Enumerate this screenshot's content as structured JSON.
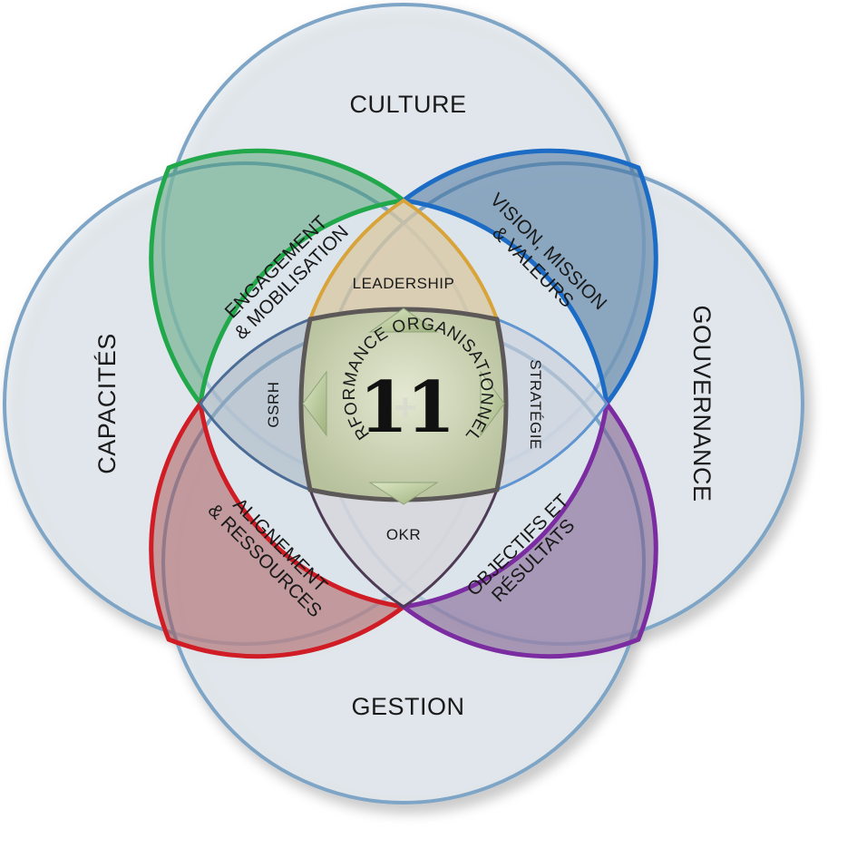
{
  "outer_circles": {
    "top": "CULTURE",
    "left": "CAPACITÉS",
    "right": "GOUVERNANCE",
    "bottom": "GESTION"
  },
  "petals": {
    "top_left": [
      "ENGAGEMENT",
      "& MOBILISATION"
    ],
    "top_right": [
      "VISION, MISSION",
      "& VALEURS"
    ],
    "bottom_left": [
      "ALIGNEMENT",
      "& RESSOURCES"
    ],
    "bottom_right": [
      "OBJECTIFS ET",
      "RÉSULTATS"
    ]
  },
  "inner_lenses": {
    "top": "LEADERSHIP",
    "left": "GSRH",
    "right": "STRATÉGIE",
    "bottom": "OKR"
  },
  "center": {
    "number_left": "1",
    "plus": "+",
    "number_right": "1",
    "ring_text": "PERFORMANCE ORGANISATIONNELLE"
  },
  "colors": {
    "outer_fill": "#dce6ee",
    "outer_stroke": "#7fa5c6",
    "green": "#20a84a",
    "blue": "#1c6cc6",
    "red": "#d01c24",
    "purple": "#7a2ca0",
    "gold": "#d8a43a",
    "center_stroke": "#5d5858"
  }
}
